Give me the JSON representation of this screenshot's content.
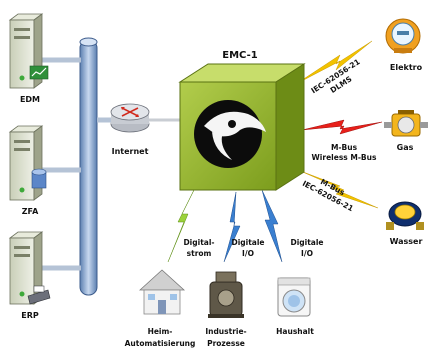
{
  "servers": [
    {
      "label": "EDM",
      "icon": "server-chart-icon"
    },
    {
      "label": "ZFA",
      "icon": "server-database-icon"
    },
    {
      "label": "ERP",
      "icon": "server-printer-icon"
    }
  ],
  "internet": {
    "label": "Internet",
    "icon": "router-icon"
  },
  "emc": {
    "label": "EMC-1",
    "icon": "bird-logo-icon",
    "box_color": "#8fb32a"
  },
  "meters": [
    {
      "label": "Elektro",
      "icon": "electricity-meter-icon"
    },
    {
      "label": "Gas",
      "icon": "gas-meter-icon"
    },
    {
      "label": "Wasser",
      "icon": "water-meter-icon"
    }
  ],
  "meter_links": [
    {
      "lines": [
        "IEC-62056-21",
        "DLMS"
      ],
      "bolt_color": "#f2c200"
    },
    {
      "lines": [
        "M-Bus",
        "Wireless M-Bus"
      ],
      "bolt_color": "#e8201a"
    },
    {
      "lines": [
        "M-Bus",
        "IEC-62056-21"
      ],
      "bolt_color": "#f2c200"
    }
  ],
  "bottom_links": [
    {
      "lines": [
        "Digital-",
        "strom"
      ],
      "bolt_color": "#9bd23a"
    },
    {
      "lines": [
        "Digitale",
        "I/O"
      ],
      "bolt_color": "#3a7fd0"
    },
    {
      "lines": [
        "Digitale",
        "I/O"
      ],
      "bolt_color": "#3a7fd0"
    }
  ],
  "devices": [
    {
      "lines": [
        "Heim-",
        "Automatisierung"
      ],
      "icon": "house-icon"
    },
    {
      "lines": [
        "Industrie-",
        "Prozesse"
      ],
      "icon": "industrial-machine-icon"
    },
    {
      "lines": [
        "Haushalt"
      ],
      "icon": "washing-machine-icon"
    }
  ]
}
